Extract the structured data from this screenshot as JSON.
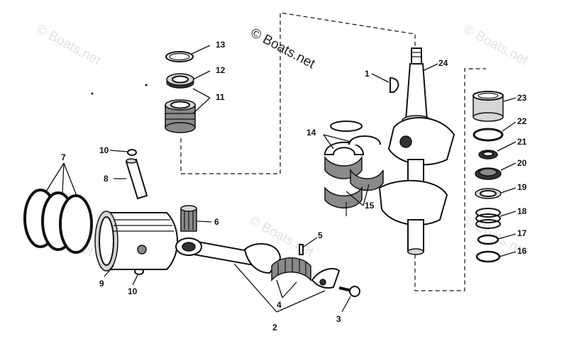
{
  "watermark": {
    "text": "© Boats.net"
  },
  "callouts": [
    {
      "id": "1",
      "label": "1"
    },
    {
      "id": "2",
      "label": "2"
    },
    {
      "id": "3",
      "label": "3"
    },
    {
      "id": "4",
      "label": "4"
    },
    {
      "id": "5",
      "label": "5"
    },
    {
      "id": "6",
      "label": "6"
    },
    {
      "id": "7",
      "label": "7"
    },
    {
      "id": "8",
      "label": "8"
    },
    {
      "id": "9",
      "label": "9"
    },
    {
      "id": "10a",
      "label": "10"
    },
    {
      "id": "10b",
      "label": "10"
    },
    {
      "id": "11",
      "label": "11"
    },
    {
      "id": "12",
      "label": "12"
    },
    {
      "id": "13",
      "label": "13"
    },
    {
      "id": "14",
      "label": "14"
    },
    {
      "id": "15",
      "label": "15"
    },
    {
      "id": "16",
      "label": "16"
    },
    {
      "id": "17",
      "label": "17"
    },
    {
      "id": "18",
      "label": "18"
    },
    {
      "id": "19",
      "label": "19"
    },
    {
      "id": "20",
      "label": "20"
    },
    {
      "id": "21",
      "label": "21"
    },
    {
      "id": "22",
      "label": "22"
    },
    {
      "id": "23",
      "label": "23"
    },
    {
      "id": "24",
      "label": "24"
    }
  ]
}
